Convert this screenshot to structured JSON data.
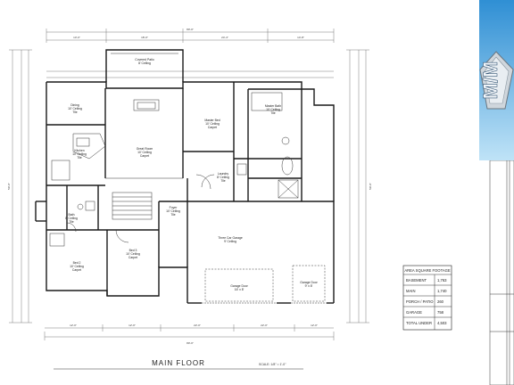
{
  "plan_title": "MAIN FLOOR",
  "scale_text": "SCALE: 1/8\" = 1'-0\"",
  "logo_text": "M/M",
  "rooms": [
    {
      "name": "Covered Patio",
      "sub": "8' Ceiling"
    },
    {
      "name": "Dining",
      "sub": "10' Ceiling",
      "floor": "Tile"
    },
    {
      "name": "Great Room",
      "sub": "10' Ceiling",
      "floor": "Carpet"
    },
    {
      "name": "Master Bed",
      "sub": "10' Ceiling",
      "floor": "Carpet"
    },
    {
      "name": "Master Bath",
      "sub": "10' Ceiling",
      "floor": "Tile"
    },
    {
      "name": "Kitchen",
      "sub": "10' Ceiling",
      "floor": "Tile"
    },
    {
      "name": "Laundry",
      "sub": "8' Ceiling",
      "floor": "Tile"
    },
    {
      "name": "Bath",
      "sub": "8' Ceiling",
      "floor": "Tile"
    },
    {
      "name": "Bed 2",
      "sub": "10' Ceiling",
      "floor": "Carpet"
    },
    {
      "name": "Bed 3",
      "sub": "10' Ceiling",
      "floor": "Carpet"
    },
    {
      "name": "Foyer",
      "sub": "10' Ceiling",
      "floor": "Tile"
    },
    {
      "name": "Three Car Garage",
      "sub": "9' Ceiling"
    },
    {
      "name": "Garage Door",
      "sub": "16' x 8'"
    },
    {
      "name": "Garage Door",
      "sub": "9' x 8'"
    }
  ],
  "dimensions": {
    "top_overall": "80'-0\"",
    "top_segments": [
      "13'-0\"",
      "18'-0\"",
      "24'-4\"",
      "14'-8\""
    ],
    "bottom_overall": "80'-0\"",
    "bottom_segments": [
      "12'-0\"",
      "12'-0\"",
      "22'-0\"",
      "22'-0\"",
      "12'-0\""
    ],
    "left_overall": "59'-0\"",
    "right_overall": "59'-0\""
  },
  "area_table": {
    "title": "AREA SQUARE FOOTAGE",
    "rows": [
      {
        "label": "BASEMENT",
        "value": "1,763"
      },
      {
        "label": "MAIN",
        "value": "1,740"
      },
      {
        "label": "PORCH / PATIO",
        "value": "260"
      },
      {
        "label": "GARAGE",
        "value": "758"
      },
      {
        "label": "TOTAL UNDER",
        "value": "4,503"
      }
    ]
  },
  "colors": {
    "lines": "#1a1a1a",
    "logo_bg_top": "#2f8fd4",
    "logo_bg_bottom": "#bfe3f7",
    "logo_letters": "#f2f6fa"
  }
}
